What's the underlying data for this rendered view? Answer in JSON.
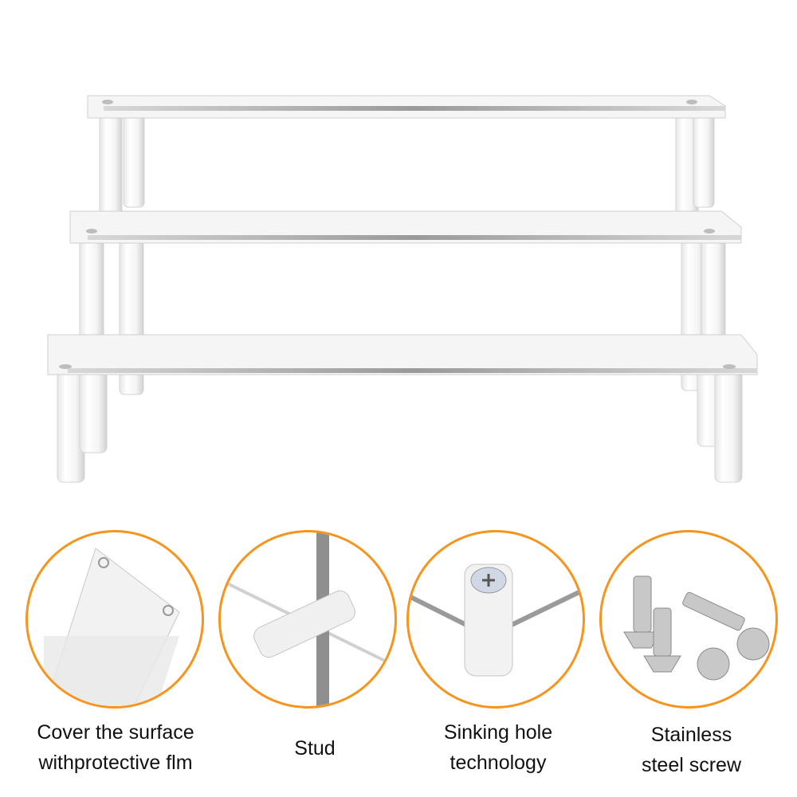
{
  "product": {
    "name": "3-tier clear acrylic display riser",
    "accent_color": "#f7941d"
  },
  "features": [
    {
      "id": "protective-film",
      "line1": "Cover the surface",
      "line2": "withprotective flm"
    },
    {
      "id": "stud",
      "line1": "Stud",
      "line2": ""
    },
    {
      "id": "sinking-hole",
      "line1": "Sinking hole",
      "line2": "technology"
    },
    {
      "id": "screw",
      "line1": "Stainless",
      "line2": "steel screw"
    }
  ]
}
